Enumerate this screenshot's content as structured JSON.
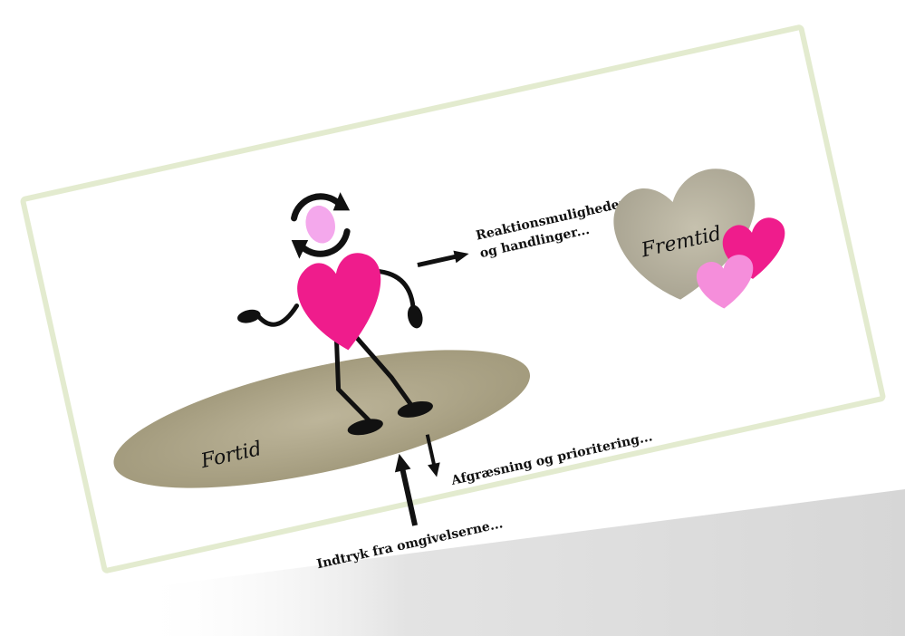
{
  "labels": {
    "past": "Fortid",
    "future": "Fremtid",
    "reactions_line1": "Reaktionsmuligheder",
    "reactions_line2": "og handlinger...",
    "prioritizing": "Afgræsning og prioritering...",
    "impressions": "Indtryk fra omgivelserne..."
  },
  "colors": {
    "card_border": "#e3ebcf",
    "card_fill": "#ffffff",
    "past_disc": "#a8a085",
    "future_heart": "#b3ae9c",
    "heart_pink": "#ef1c8c",
    "heart_light_pink": "#f58edb",
    "head_pink": "#f4a8ec",
    "ink": "#111111",
    "shadow": "#d8d8d8"
  },
  "icons": {
    "rotation": "circular-arrows-icon",
    "heart": "heart-icon"
  }
}
